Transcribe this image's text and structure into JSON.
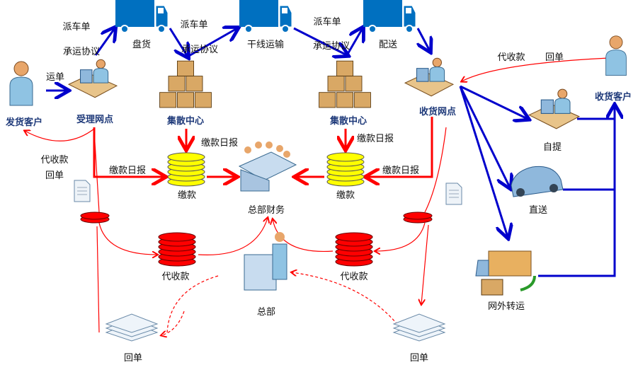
{
  "nodes": {
    "shipper": "发货客户",
    "accept_point": "受理网点",
    "hub1": "集散中心",
    "hub2": "集散中心",
    "receive_point": "收货网点",
    "consignee": "收货客户",
    "truck1": "盘货",
    "truck2": "干线运输",
    "truck3": "配送",
    "self_pickup": "自提",
    "direct": "直送",
    "transfer": "网外转运",
    "payment1": "缴款",
    "payment2": "缴款",
    "finance": "总部财务",
    "cod1": "代收款",
    "cod2": "代收款",
    "hq": "总部",
    "receipt1": "回单",
    "receipt2": "回单"
  },
  "edge_labels": {
    "waybill": "运单",
    "dispatch1": "派车单",
    "contract1": "承运协议",
    "dispatch2": "派车单",
    "contract2": "承运协议",
    "dispatch3": "派车单",
    "contract3": "承运协议",
    "daily1": "缴款日报",
    "daily2": "缴款日报",
    "daily3": "缴款日报",
    "daily4": "缴款日报",
    "cod_left": "代收款",
    "receipt_left": "回单",
    "cod_right": "代收款",
    "receipt_right": "回单"
  },
  "colors": {
    "blue_flow": "#0000cc",
    "red_flow": "#ff0000",
    "truck": "#0070c0",
    "label": "#1f3a7a"
  }
}
